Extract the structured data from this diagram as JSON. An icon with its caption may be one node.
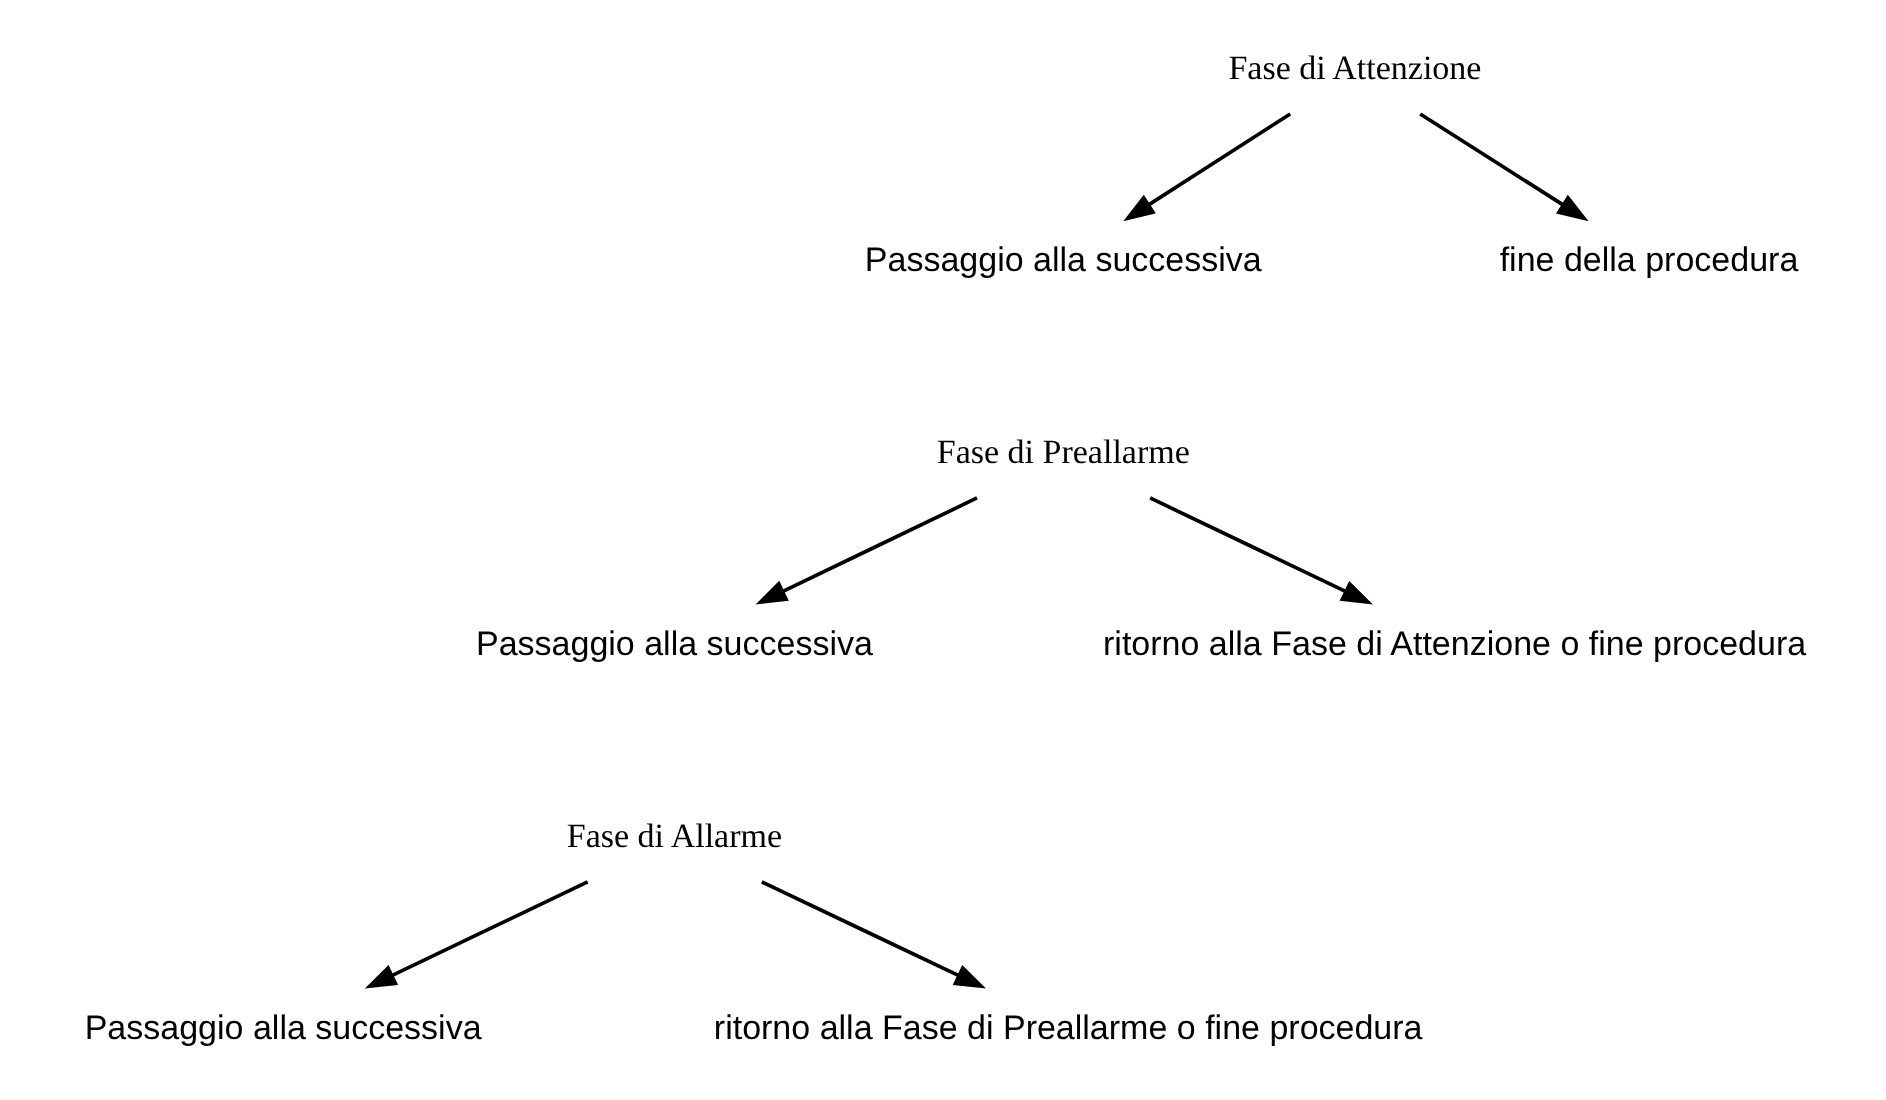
{
  "diagram": {
    "nodes": [
      {
        "text": [
          "Fase di Attenzione"
        ]
      },
      {
        "text": [
          "Passaggio alla successiva"
        ]
      },
      {
        "text": [
          "fine della procedura"
        ]
      },
      {
        "text": [
          "Fase di Preallarme"
        ]
      },
      {
        "text": [
          "Passaggio alla successiva"
        ]
      },
      {
        "text": [
          "ritorno alla Fase di Attenzione o fine procedura"
        ]
      },
      {
        "text": [
          "Fase di Allarme"
        ]
      },
      {
        "text": [
          "Passaggio alla successiva"
        ]
      },
      {
        "text": [
          "ritorno alla Fase di Preallarme o fine procedura"
        ]
      }
    ],
    "edges": [
      {
        "from": 0,
        "to": 1,
        "arrow": "to"
      },
      {
        "from": 0,
        "to": 2,
        "arrow": "to"
      },
      {
        "from": 3,
        "to": 4,
        "arrow": "to"
      },
      {
        "from": 3,
        "to": 5,
        "arrow": "to"
      },
      {
        "from": 6,
        "to": 7,
        "arrow": "to"
      },
      {
        "from": 6,
        "to": 8,
        "arrow": "to"
      }
    ]
  }
}
